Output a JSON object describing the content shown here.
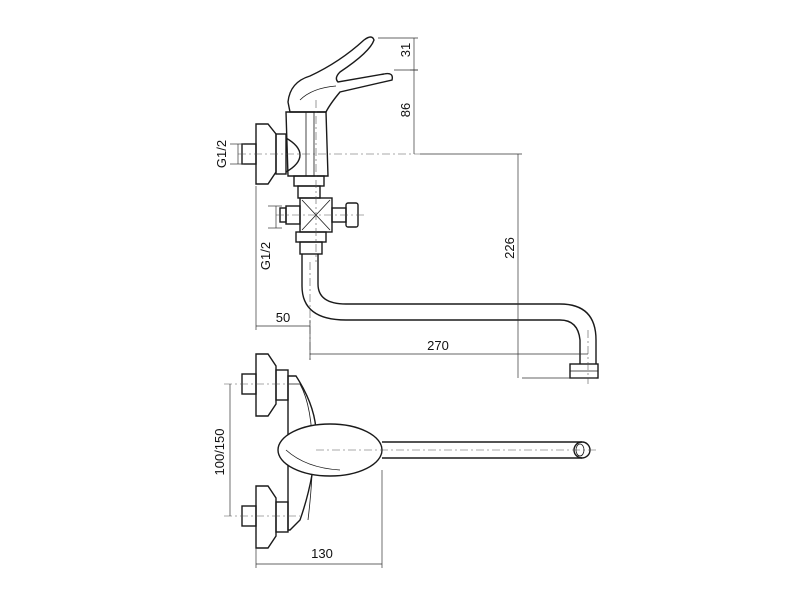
{
  "dimensions": {
    "lever_height": "31",
    "lever_axis": "86",
    "top_thread": "G1/2",
    "side_thread": "G1/2",
    "spout_height": "226",
    "wall_offset": "50",
    "spout_reach": "270",
    "inlet_spacing": "100/150",
    "body_depth": "130"
  }
}
